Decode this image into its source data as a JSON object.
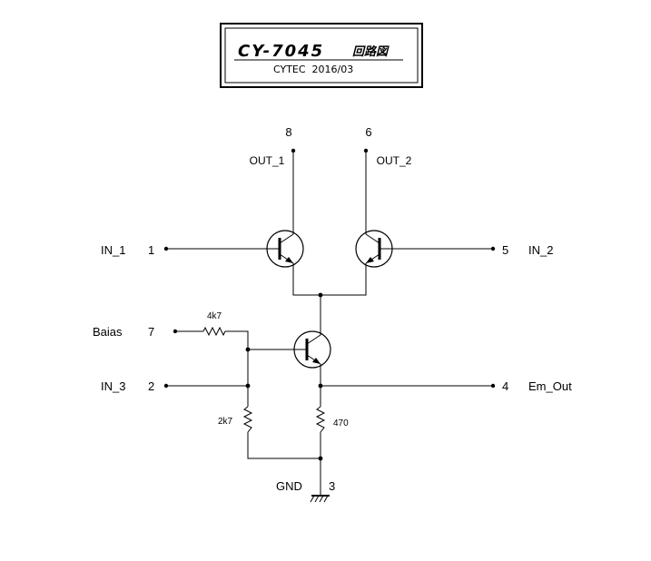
{
  "title": {
    "main": "CY-7045",
    "suffix": "回路図",
    "sub": "CYTEC  2016/03"
  },
  "pins": {
    "out1": {
      "number": "8",
      "name": "OUT_1"
    },
    "out2": {
      "number": "6",
      "name": "OUT_2"
    },
    "in1": {
      "number": "1",
      "name": "IN_1"
    },
    "in2": {
      "number": "5",
      "name": "IN_2"
    },
    "bias": {
      "number": "7",
      "name": "Baias"
    },
    "in3": {
      "number": "2",
      "name": "IN_3"
    },
    "emout": {
      "number": "4",
      "name": "Em_Out"
    },
    "gnd": {
      "number": "3",
      "name": "GND"
    }
  },
  "resistors": {
    "r_bias": "4k7",
    "r_in3": "2k7",
    "r_emitter": "470"
  },
  "colors": {
    "ink": "#000000",
    "background": "#ffffff"
  }
}
